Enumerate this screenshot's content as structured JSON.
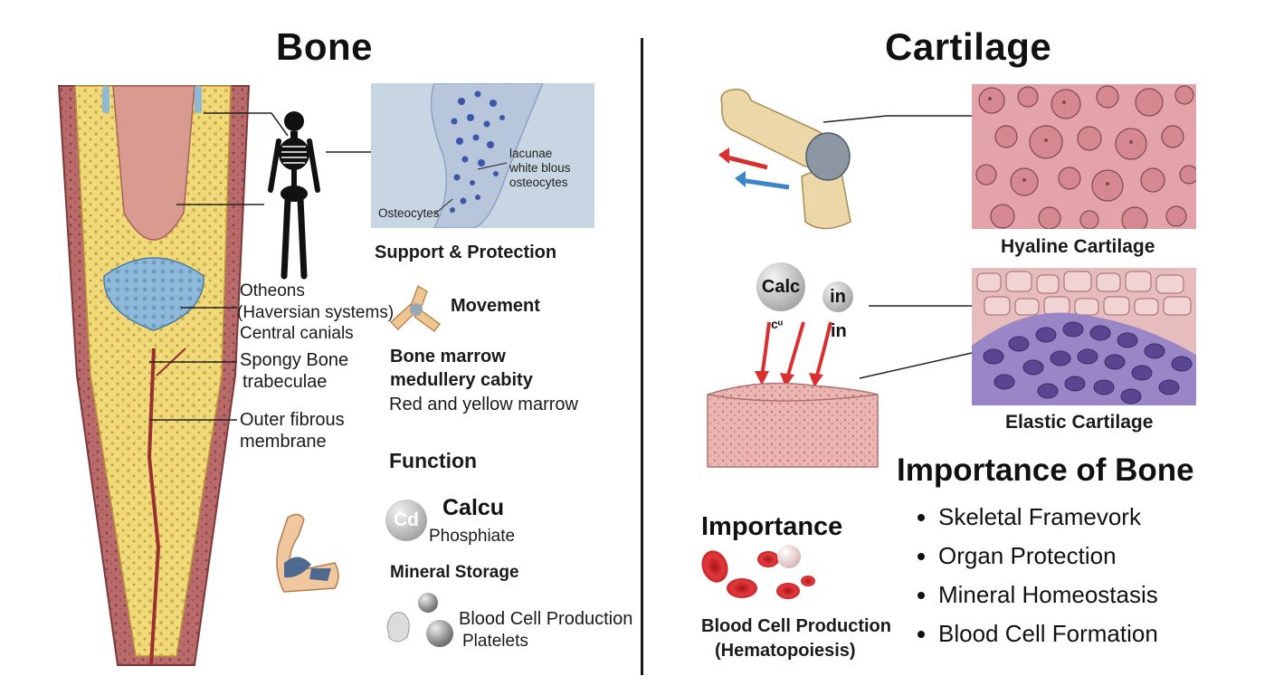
{
  "bone": {
    "title": "Bone",
    "long_bone_labels": {
      "osteons": "Otheons",
      "haversian": "(Haversian systems)",
      "central": "Central canials",
      "spongy": "Spongy Bone",
      "trabeculae": "trabeculae",
      "outer": "Outer fibrous",
      "membrane": "membrane"
    },
    "micro_labels": {
      "lacunae": "lacunae",
      "white_blous": "white blous",
      "osteocytes_right": "osteocytes",
      "osteocytes_left": "Osteocytes"
    },
    "functions": {
      "support": "Support & Protection",
      "movement": "Movement",
      "marrow": "Bone marrow",
      "cavity": "medullery cabity",
      "marrow_types": "Red and yellow marrow",
      "function_heading": "Function",
      "ca_symbol": "Cd",
      "calcu": "Calcu",
      "phosphate": "Phosphiate",
      "mineral": "Mineral Storage",
      "blood_cell": "Blood Cell Production",
      "platelets": "Platelets"
    }
  },
  "cartilage": {
    "title": "Cartilage",
    "hyaline": "Hyaline Cartilage",
    "elastic": "Elastic Cartilage",
    "calc": "Calc",
    "c_sup": "cᵘ",
    "in1": "in",
    "in2": "in",
    "importance": "Importance",
    "blood_cell": "Blood Cell Production",
    "hematopoiesis": "(Hematopoiesis)"
  },
  "importance_of_bone": {
    "title": "Importance of Bone",
    "items": [
      "Skeletal Framevork",
      "Organ Protection",
      "Mineral Homeostasis",
      "Blood Cell Formation"
    ]
  },
  "colors": {
    "bone_outer": "#b96a6a",
    "bone_yellow": "#f0d978",
    "cavity_pink": "#d99a90",
    "spongy_blue": "#8fb9d8",
    "micro_bg": "#c8d5e3",
    "hyaline_bg": "#e4a3a8",
    "elastic_purple": "#9886c6",
    "blood_red": "#d0282c"
  }
}
